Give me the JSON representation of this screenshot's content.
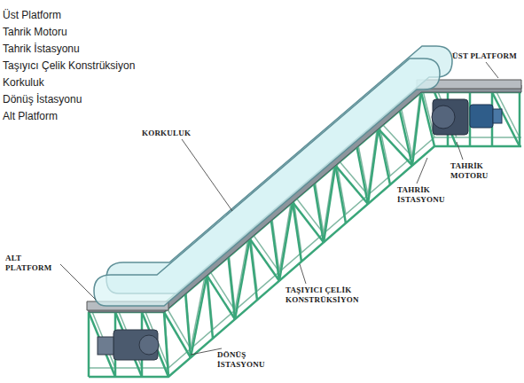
{
  "diagram": {
    "labels": [
      "Üst Platform",
      "Tahrik Motoru",
      "Tahrik İstasyonu",
      "Taşıyıcı Çelik Konstrüksiyon",
      "Korkuluk",
      "Dönüş İstasyonu",
      "Alt Platform",
      "ÜST PLATFORM",
      "TAHRİK MOTORU",
      "TAHRİK İSTASYONU",
      "KORKULUK",
      "TAŞIYICI ÇELİK KONSTRÜKSİYON",
      "ALT PLATFORM",
      "DÖNÜŞ İSTASYONU"
    ]
  }
}
